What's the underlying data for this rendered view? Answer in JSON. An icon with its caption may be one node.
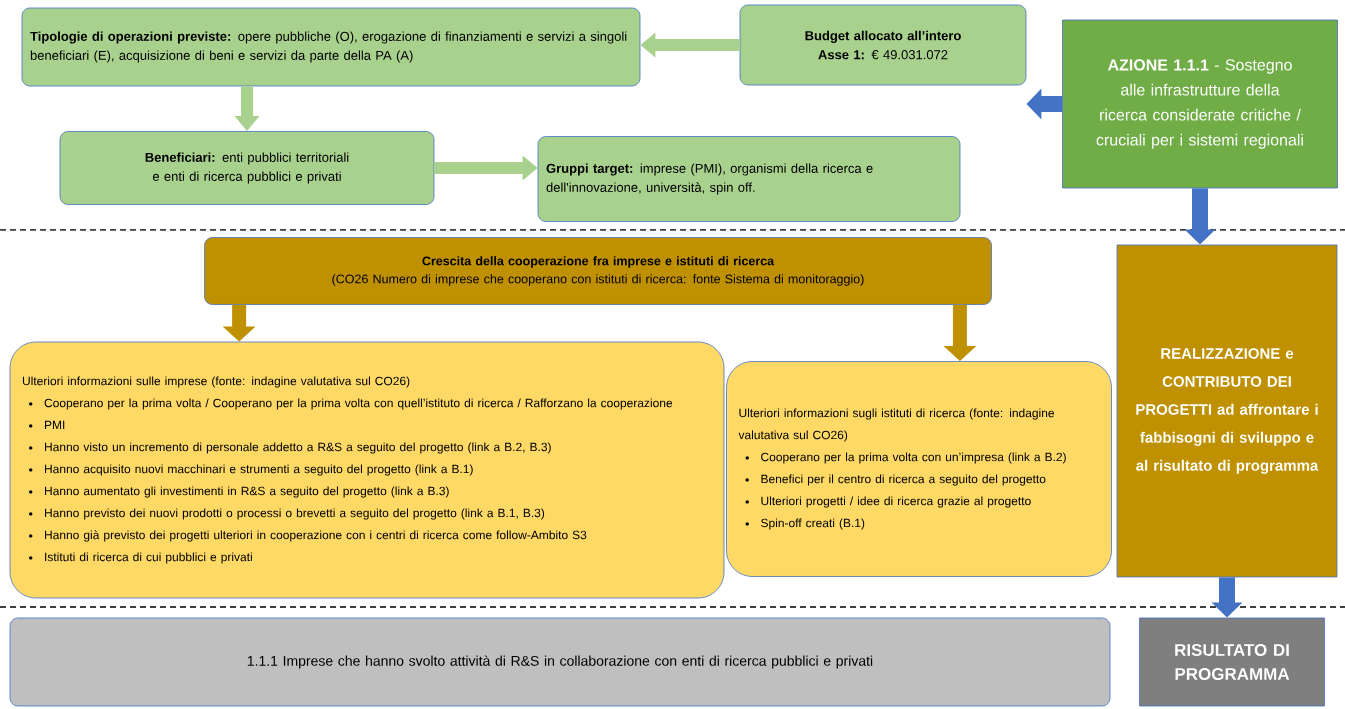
{
  "diagram": {
    "nodes": [
      {
        "text": [
          "**Tipologie di operazioni previste:** opere pubbliche (O), erogazione di finanziamenti e servizi a singoli beneficiari (E), acquisizione di beni e servizi da parte della PA (A)"
        ]
      },
      {
        "text": [
          "**Budget allocato all’intero Asse 1:** € 49.031.072"
        ]
      },
      {
        "text": [
          "**AZIONE 1.1.1** - Sostegno alle infrastrutture della ricerca considerate critiche / cruciali per i sistemi regionali"
        ]
      },
      {
        "text": [
          "**Beneficiari:** enti pubblici territoriali e enti di ricerca pubblici e privati"
        ]
      },
      {
        "text": [
          "**Gruppi target:** imprese (PMI), organismi della ricerca e dell'innovazione, università, spin off."
        ]
      },
      {
        "text": [
          "Crescita della cooperazione fra imprese e istituti di ricerca",
          "(CO26 Numero di imprese che cooperano con istituti di ricerca: fonte Sistema di monitoraggio)"
        ]
      },
      {
        "text": [
          "Ulteriori informazioni sulle imprese (fonte: indagine valutativa sul CO26)",
          "Cooperano per la prima volta / Cooperano per la prima volta con quell’istituto di ricerca / Rafforzano la cooperazione",
          "PMI",
          "Hanno visto un incremento di personale addetto a R&S a seguito del progetto (link a B.2, B.3)",
          "Hanno acquisito nuovi macchinari e strumenti a seguito del progetto (link a B.1)",
          "Hanno aumentato gli investimenti in R&S a seguito del progetto (link a B.3)",
          "Hanno previsto dei nuovi prodotti o processi o brevetti a seguito del progetto (link a B.1, B.3)",
          "Hanno già previsto dei progetti ulteriori in cooperazione con i centri di ricerca come follow-Ambito S3",
          "Istituti di ricerca di cui pubblici e privati"
        ]
      },
      {
        "text": [
          "Ulteriori informazioni sugli istituti di ricerca (fonte: indagine valutativa sul CO26)",
          "Cooperano per la prima volta con un’impresa (link a B.2)",
          "Benefici per il centro di ricerca a seguito del progetto",
          "Ulteriori progetti / idee di ricerca grazie al progetto",
          "Spin-off creati (B.1)"
        ]
      },
      {
        "text": [
          "REALIZZAZIONE e CONTRIBUTO DEI PROGETTI ad affrontare i fabbisogni di sviluppo e al risultato di programma"
        ]
      },
      {
        "text": [
          "1.1.1 Imprese che hanno svolto attività di R&S in collaborazione con enti di ricerca pubblici e privati"
        ]
      },
      {
        "text": [
          "RISULTATO DI PROGRAMMA"
        ]
      }
    ],
    "edges": [
      {
        "from": 1,
        "to": 0,
        "arrow": "to",
        "color": "#a9d18e"
      },
      {
        "from": 0,
        "to": 3,
        "arrow": "to",
        "color": "#a9d18e"
      },
      {
        "from": 3,
        "to": 4,
        "arrow": "to",
        "color": "#a9d18e"
      },
      {
        "from": 2,
        "to": 1,
        "arrow": "to",
        "color": "#4472c4"
      },
      {
        "from": 2,
        "to": 8,
        "arrow": "to",
        "color": "#4472c4"
      },
      {
        "from": 5,
        "to": 6,
        "arrow": "to",
        "color": "#bf9000"
      },
      {
        "from": 5,
        "to": 7,
        "arrow": "to",
        "color": "#bf9000"
      },
      {
        "from": 8,
        "to": 10,
        "arrow": "to",
        "color": "#4472c4"
      }
    ]
  }
}
